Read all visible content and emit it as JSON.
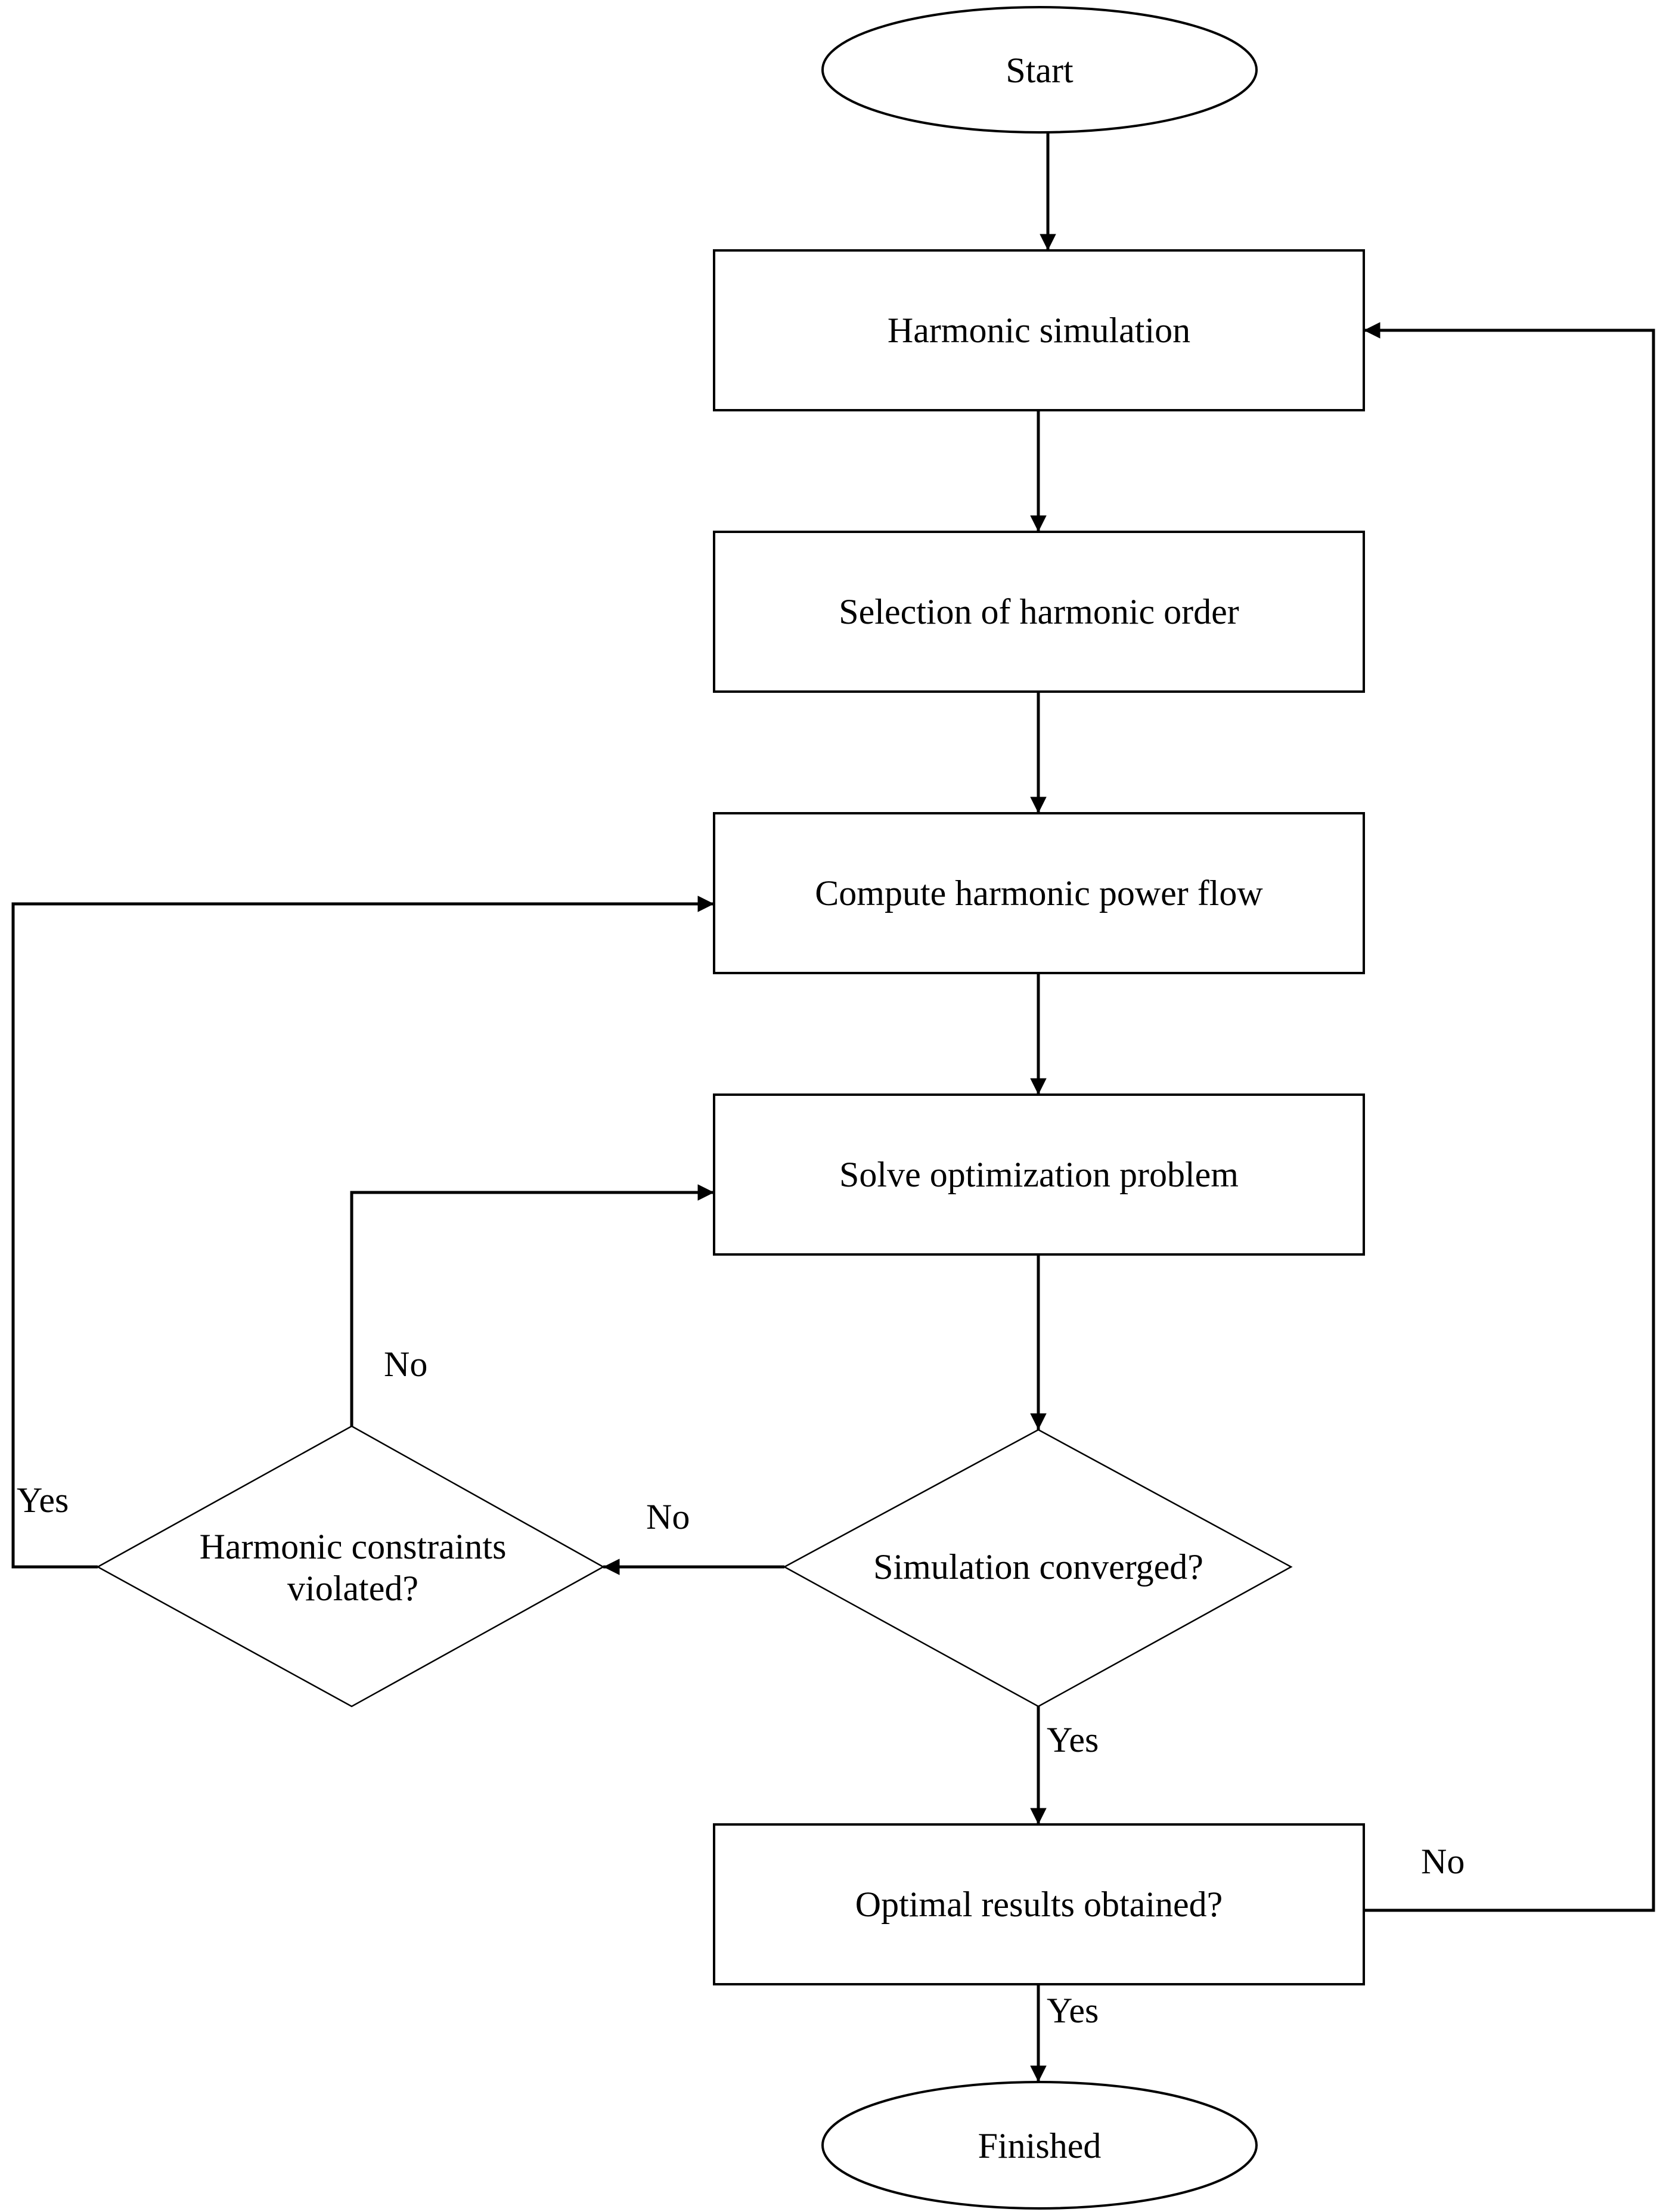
{
  "nodes": {
    "start": "Start",
    "harmonic_simulation": "Harmonic simulation",
    "selection": "Selection of harmonic order",
    "compute": "Compute harmonic power flow",
    "solve": "Solve optimization problem",
    "converged": "Simulation converged?",
    "constraints_line1": "Harmonic constraints",
    "constraints_line2": "violated?",
    "optimal": "Optimal results obtained?",
    "finished": "Finished"
  },
  "edge_labels": {
    "constraints_no": "No",
    "constraints_yes": "Yes",
    "converged_no": "No",
    "converged_yes": "Yes",
    "optimal_no": "No",
    "optimal_yes": "Yes"
  },
  "colors": {
    "stroke": "#000000",
    "fill": "#ffffff"
  }
}
